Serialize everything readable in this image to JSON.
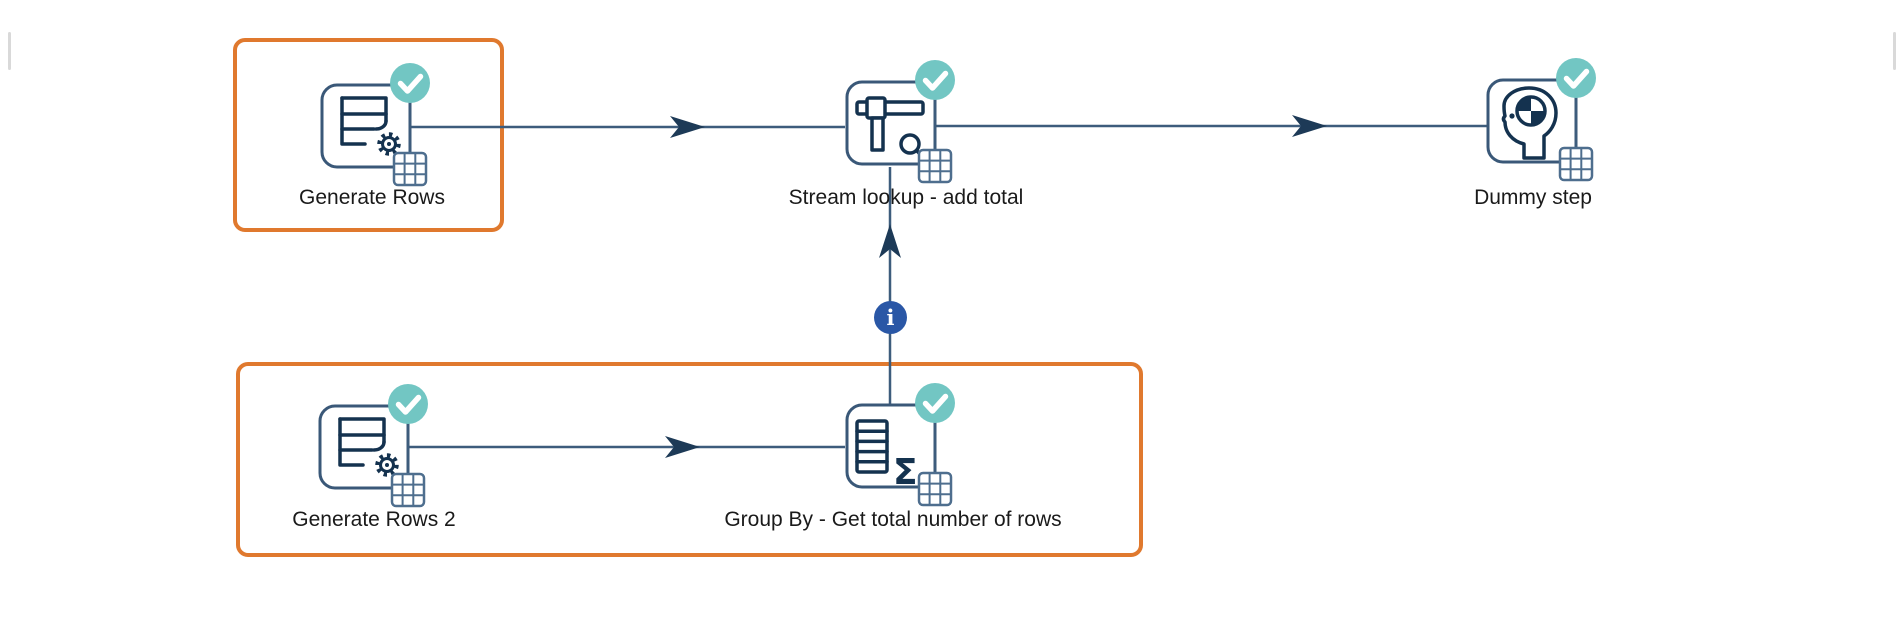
{
  "diagram": {
    "steps": [
      {
        "label": "Generate Rows",
        "icon": "row-generator",
        "status": "finished"
      },
      {
        "label": "Stream lookup - add total",
        "icon": "stream-lookup",
        "status": "finished"
      },
      {
        "label": "Dummy step",
        "icon": "dummy",
        "status": "finished"
      },
      {
        "label": "Generate Rows 2",
        "icon": "row-generator",
        "status": "finished"
      },
      {
        "label": "Group By - Get total number of rows",
        "icon": "group-by",
        "status": "finished"
      }
    ],
    "connections": [
      {
        "from": "Generate Rows",
        "to": "Stream lookup - add total",
        "kind": "data"
      },
      {
        "from": "Stream lookup - add total",
        "to": "Dummy step",
        "kind": "data"
      },
      {
        "from": "Generate Rows 2",
        "to": "Group By - Get total number of rows",
        "kind": "data"
      },
      {
        "from": "Group By - Get total number of rows",
        "to": "Stream lookup - add total",
        "kind": "info"
      }
    ],
    "highlights": [
      {
        "steps": [
          "Generate Rows"
        ]
      },
      {
        "steps": [
          "Generate Rows 2",
          "Group By - Get total number of rows"
        ]
      }
    ]
  },
  "icons": {
    "sigma": "Σ",
    "info": "i"
  },
  "colors": {
    "accent_orange": "#E0792E",
    "success_teal": "#72C6C3",
    "info_blue": "#2A57A6",
    "hop_line": "#3D5C7C",
    "arrow_navy": "#1D3A57",
    "icon_navy": "#14324F"
  }
}
